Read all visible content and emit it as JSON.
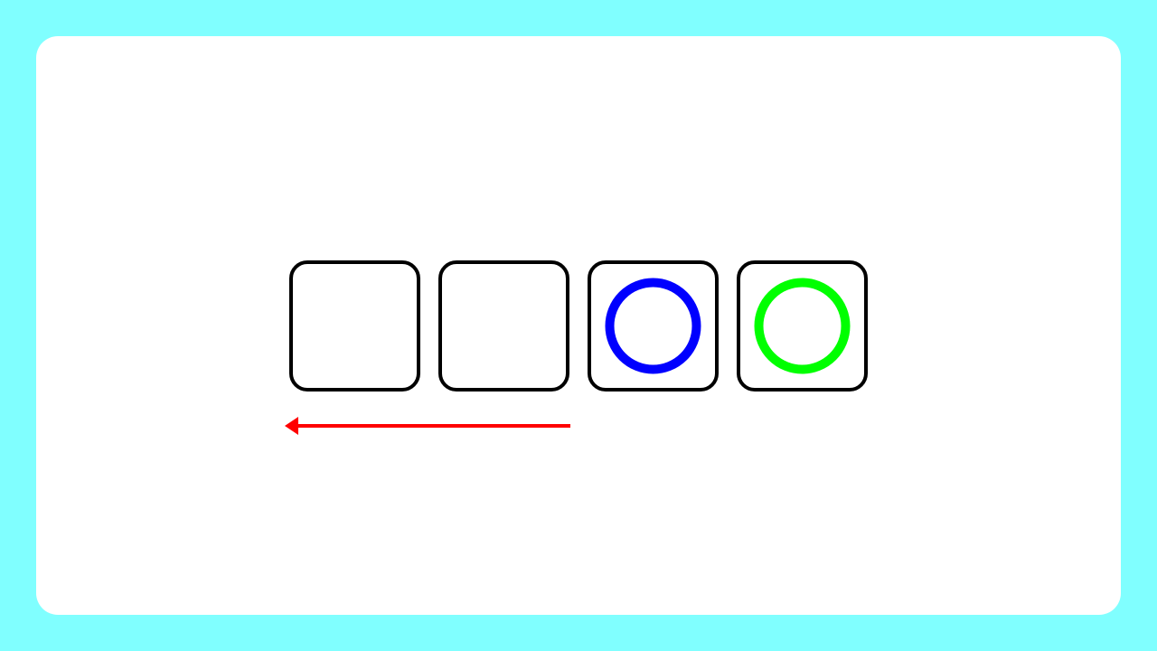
{
  "board": {
    "cells": [
      {
        "index": 0,
        "piece": null
      },
      {
        "index": 1,
        "piece": null
      },
      {
        "index": 2,
        "piece": "ring",
        "color": "#0000ff"
      },
      {
        "index": 3,
        "piece": "ring",
        "color": "#00ff00"
      }
    ]
  },
  "move_indicator": {
    "direction": "left",
    "color": "#ff0000"
  },
  "colors": {
    "background": "#80ffff",
    "panel": "#ffffff",
    "cell_border": "#000000"
  }
}
